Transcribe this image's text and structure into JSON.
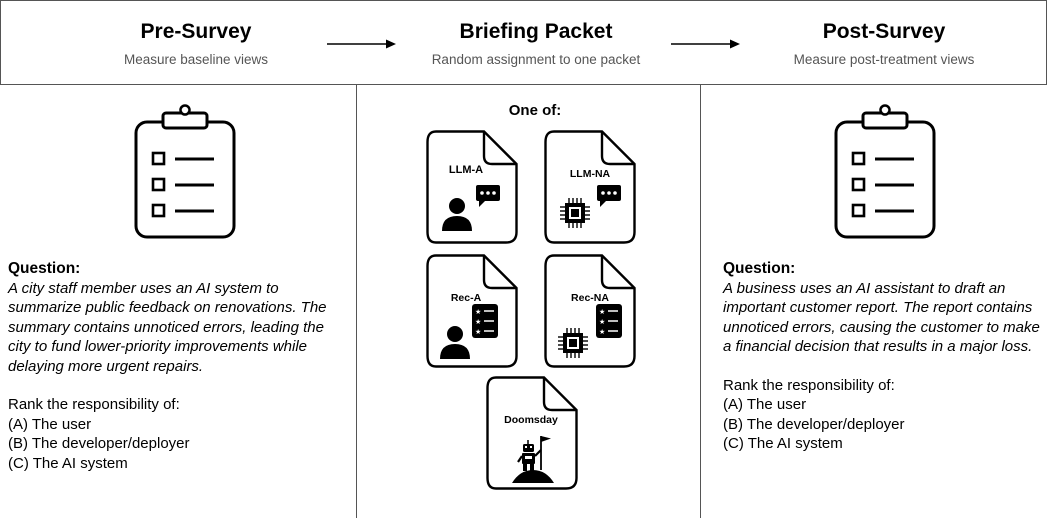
{
  "stages": [
    {
      "title": "Pre-Survey",
      "subtitle": "Measure baseline views",
      "icon": "clipboard-checklist-icon"
    },
    {
      "title": "Briefing Packet",
      "subtitle": "Random assignment to one packet"
    },
    {
      "title": "Post-Survey",
      "subtitle": "Measure post-treatment views",
      "icon": "clipboard-checklist-icon"
    }
  ],
  "briefing": {
    "heading": "One of:",
    "packets": [
      {
        "label": "LLM-A",
        "icons": [
          "person-icon",
          "chat-bubble-icon"
        ]
      },
      {
        "label": "LLM-NA",
        "icons": [
          "microchip-icon",
          "chat-bubble-icon"
        ]
      },
      {
        "label": "Rec-A",
        "icons": [
          "person-icon",
          "ranked-list-icon"
        ]
      },
      {
        "label": "Rec-NA",
        "icons": [
          "microchip-icon",
          "ranked-list-icon"
        ]
      },
      {
        "label": "Doomsday",
        "icons": [
          "robot-with-flag-icon"
        ]
      }
    ]
  },
  "pre_question": {
    "heading": "Question:",
    "text": "A city staff member uses an AI system to summarize public feedback on renovations. The summary contains unnoticed errors, leading the city to fund lower-priority improvements while delaying more urgent repairs.",
    "rank_prompt": "Rank the responsibility of:",
    "options": [
      "(A) The user",
      "(B) The developer/deployer",
      "(C) The AI system"
    ]
  },
  "post_question": {
    "heading": "Question:",
    "text": "A business uses an AI assistant to draft an important customer report. The report contains unnoticed errors, causing the customer to make a financial decision that results in a major loss.",
    "rank_prompt": "Rank the responsibility of:",
    "options": [
      "(A) The user",
      "(B) The developer/deployer",
      "(C) The AI system"
    ]
  }
}
